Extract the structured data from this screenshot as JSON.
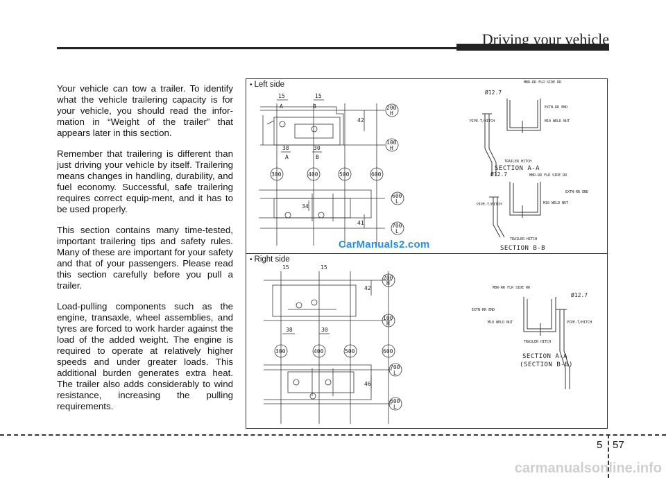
{
  "header": {
    "title": "Driving your vehicle"
  },
  "body": {
    "paragraphs": [
      "Your vehicle can tow a trailer. To identify what the vehicle trailering capacity is for your vehicle, you should read the infor-mation in “Weight of the trailer” that appears later in this section.",
      "Remember that trailering is different than just driving your vehicle by itself. Trailering means changes in handling, durability, and fuel economy. Successful, safe trailering requires correct equip-ment, and it has to be used properly.",
      "This section contains many time-tested, important trailering tips and safety rules. Many of these are important for your safety and that of your passengers. Please read this section carefully before you pull a trailer.",
      "Load-pulling components such as the engine, transaxle, wheel assemblies, and tyres are forced to work harder against the load of the added weight. The engine is required to operate at relatively higher speeds and under greater loads. This additional burden generates extra heat. The trailer also adds considerably to wind resistance, increasing the pulling requirements."
    ]
  },
  "diagrams": {
    "bullet": "•",
    "left_label": "Left side",
    "right_label": "Right side",
    "left": {
      "dims_top": [
        "15",
        "15"
      ],
      "dims_mid": [
        "38",
        "30"
      ],
      "dims_vert": [
        "42",
        "34",
        "41"
      ],
      "section_marks": [
        "A",
        "B",
        "A",
        "B"
      ],
      "circles_h": [
        "300",
        "400",
        "500",
        "600"
      ],
      "circles_side": [
        [
          "200",
          "H"
        ],
        [
          "100",
          "H"
        ],
        [
          "600",
          "L"
        ],
        [
          "700",
          "L"
        ]
      ],
      "section_a_caption": "SECTION A-A",
      "section_b_caption": "SECTION B-B",
      "diameter": "Ø12.7",
      "callouts_a": [
        "MBR-RR FLR SIDE RR",
        "EXTN-RR END",
        "M10 WELD NUT",
        "PIPE-T/HITCH",
        "TRAILER HITCH"
      ],
      "callouts_b": [
        "MBR-RR FLR SIDE RR",
        "EXTN-RR END",
        "M10 WELD NUT",
        "PIPE-T/HITCH",
        "TRAILER HITCH"
      ]
    },
    "right": {
      "dims_top": [
        "15",
        "15"
      ],
      "dims_mid": [
        "38",
        "30"
      ],
      "dims_vert": [
        "42",
        "46"
      ],
      "circles_h": [
        "300",
        "400",
        "500",
        "600"
      ],
      "circles_side": [
        [
          "200",
          "H"
        ],
        [
          "100",
          "H"
        ],
        [
          "700",
          "L"
        ],
        [
          "600",
          "L"
        ]
      ],
      "section_caption_1": "SECTION A-A",
      "section_caption_2": "(SECTION B-B)",
      "diameter": "Ø12.7",
      "callouts": [
        "MBR-RR FLR SIDE RR",
        "EXTN-RR END",
        "M10 WELD NUT",
        "PIPE-T/HITCH",
        "TRAILER HITCH"
      ]
    }
  },
  "watermark": "CarManuals2.com",
  "page_number": {
    "chapter": "5",
    "page": "57"
  },
  "footer_watermark": "carmanualsonline.info"
}
